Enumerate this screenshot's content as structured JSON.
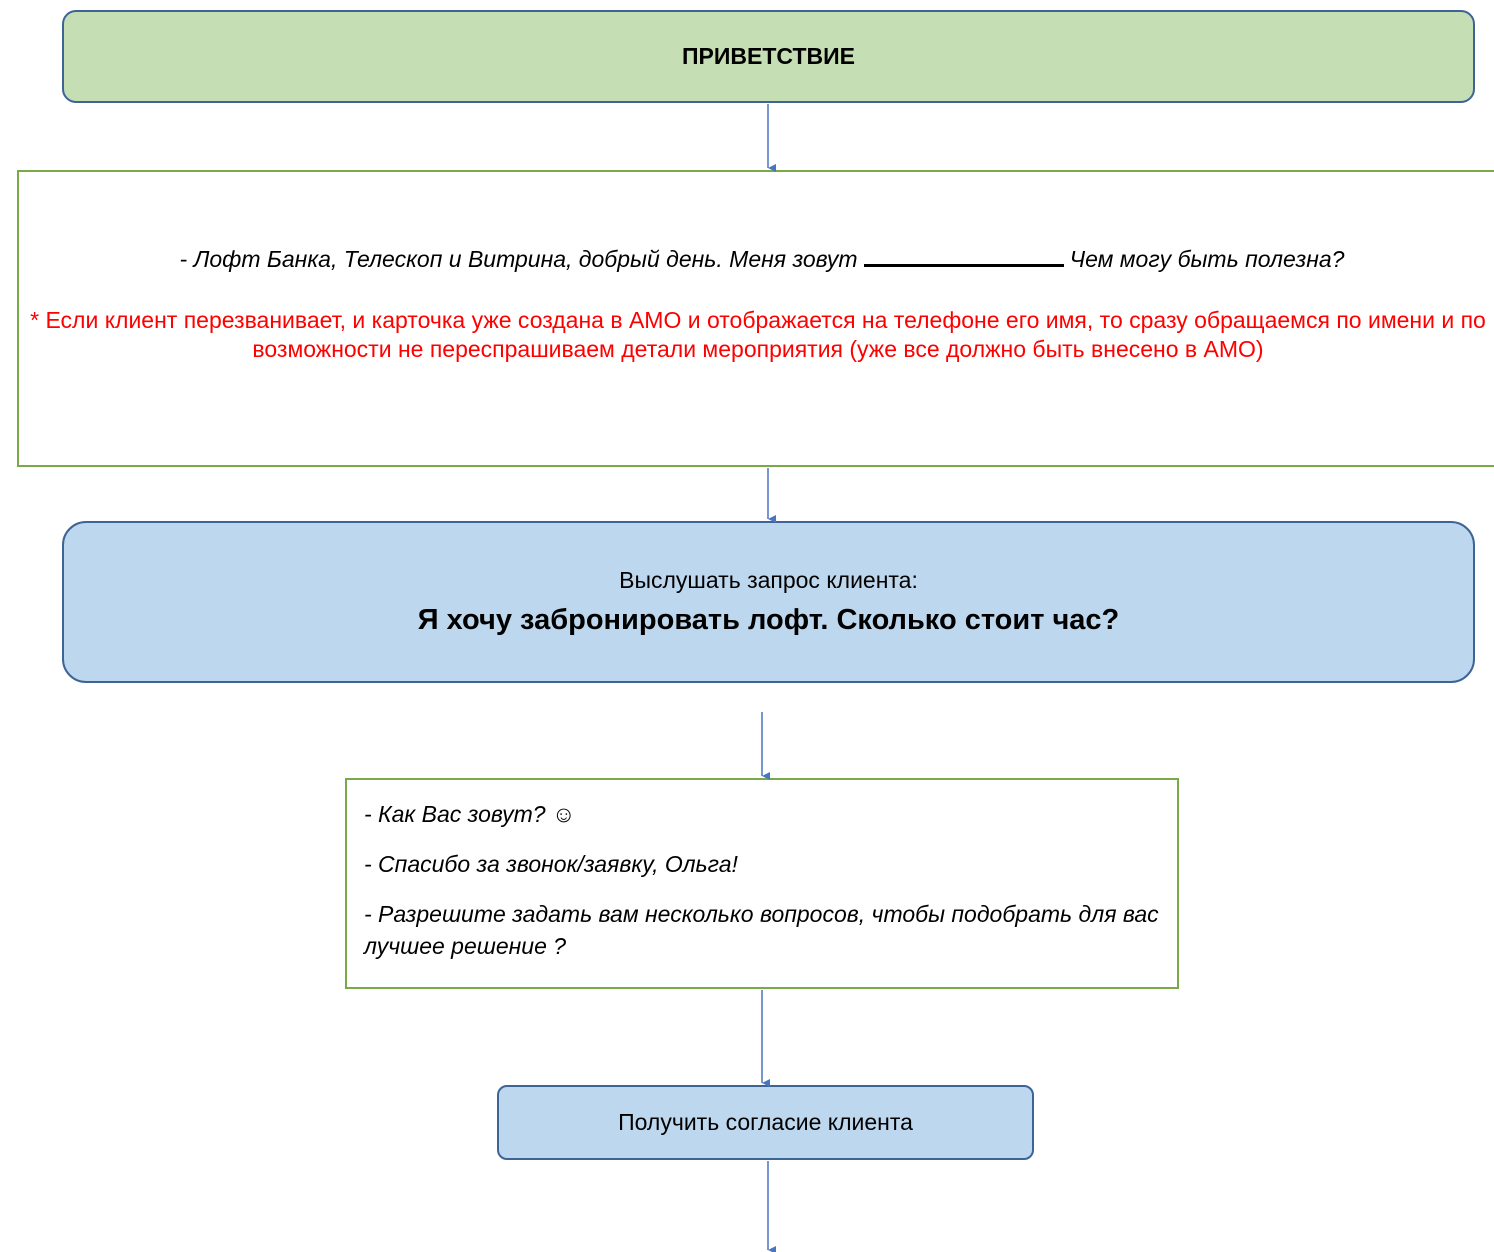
{
  "greeting": {
    "title": "ПРИВЕТСТВИЕ"
  },
  "script": {
    "line_before": "- Лофт Банка, Телескоп и Витрина, добрый день. Меня зовут",
    "line_after": "Чем могу быть полезна?",
    "note": "* Если клиент перезванивает, и карточка уже создана в АМО и отображается на телефоне его имя, то сразу обращаемся по имени и по возможности не переспрашиваем детали мероприятия (уже все должно быть внесено в АМО)"
  },
  "request": {
    "label": "Выслушать запрос клиента:",
    "quote": "Я хочу забронировать лофт. Сколько стоит час?"
  },
  "questions": {
    "items": [
      "- Как Вас зовут? ☺",
      "- Спасибо за звонок/заявку, Ольга!",
      "- Разрешите задать вам несколько вопросов, чтобы подобрать для вас лучшее решение ?"
    ]
  },
  "consent": {
    "label": "Получить согласие клиента"
  },
  "colors": {
    "greeting_fill": "#c5deb4",
    "request_fill": "#bdd7ee",
    "box_border_blue": "#3e6496",
    "box_border_green": "#78ab48",
    "note_text": "#ff0000",
    "arrow": "#4a73c0"
  }
}
